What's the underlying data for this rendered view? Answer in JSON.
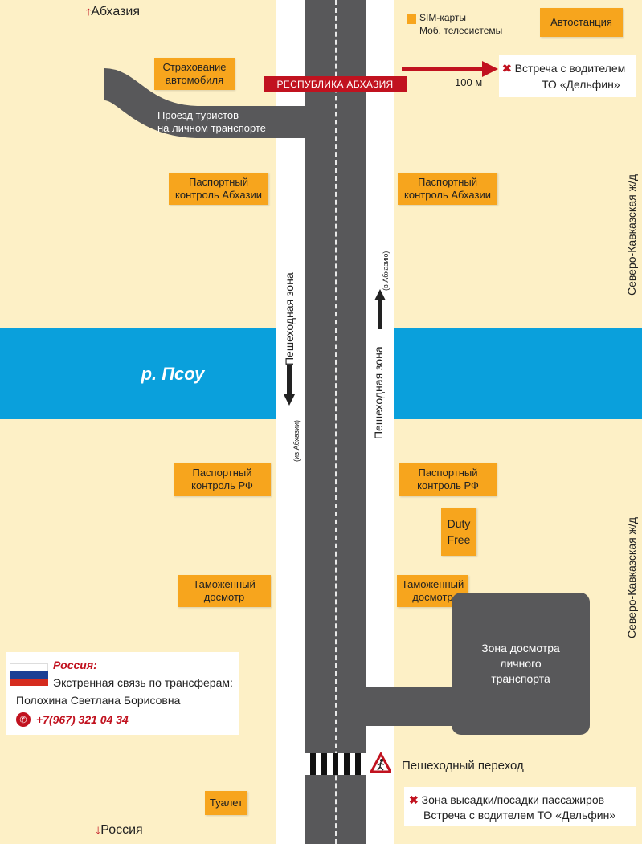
{
  "top_label": "Абхазия",
  "bottom_label": "Россия",
  "republic_banner": "РЕСПУБЛИКА АБХАЗИЯ",
  "sim": {
    "line1": "SIM-карты",
    "line2": "Моб. телесистемы"
  },
  "bus_station": "Автостанция",
  "insurance": "Страхование\nавтомобиля",
  "tourist_passage": "Проезд туристов\nна личном транспорте",
  "distance": "100 м",
  "meet_driver_top": {
    "line1": "Встреча с водителем",
    "line2": "ТО «Дельфин»"
  },
  "passport_abkhazia_left": "Паспортный\nконтроль Абхазии",
  "passport_abkhazia_right": "Паспортный\nконтроль Абхазии",
  "pedestrian_zone_left": "Пешеходная зона",
  "from_abkhazia": "(из Абхазии)",
  "pedestrian_zone_right": "Пешеходная зона",
  "to_abkhazia": "(в Абхазию)",
  "river": "р. Псоу",
  "railway": "Северо-Кавказская ж/д",
  "passport_rf_left": "Паспортный\nконтроль РФ",
  "passport_rf_right": "Паспортный\nконтроль РФ",
  "duty_free": "Duty\nFree",
  "customs_left": "Таможенный\nдосмотр",
  "customs_right": "Таможенный\nдосмотр",
  "vehicle_inspection": "Зона досмотра\nличного\nтранспорта",
  "crosswalk": "Пешеходный переход",
  "toilet": "Туалет",
  "contact": {
    "country": "Россия:",
    "title": "Экстренная связь по трансферам:",
    "name": "Полохина Светлана Борисовна",
    "phone": "+7(967) 321 04 34"
  },
  "dropoff": {
    "line1": "Зона высадки/посадки пассажиров",
    "line2": "Встреча с водителем ТО «Дельфин»"
  },
  "colors": {
    "background": "#fdf0c6",
    "box": "#f7a51d",
    "road": "#58585a",
    "river": "#0aa0dc",
    "accent": "#c1121f"
  }
}
